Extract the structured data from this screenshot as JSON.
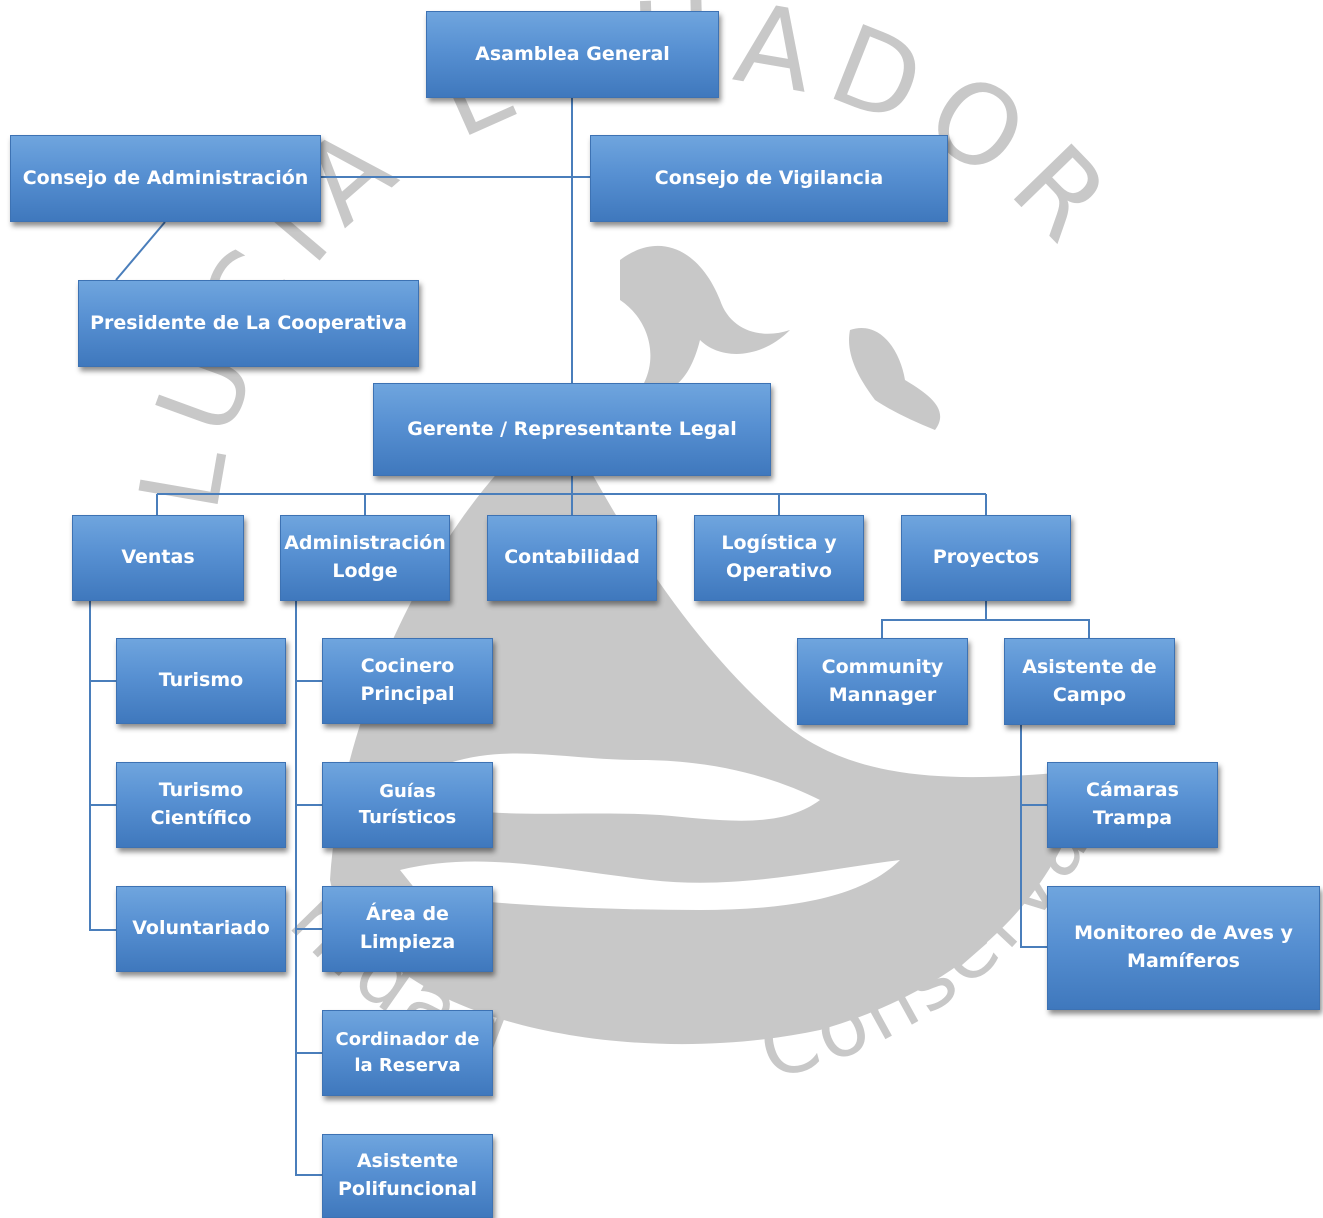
{
  "watermark": {
    "arc_top": "LUCIA ECUADOR",
    "arc_bottom_left": "nidad",
    "arc_bottom_right": "Conserva",
    "color": "#c8c8c8"
  },
  "colors": {
    "box_top": "#6fa5de",
    "box_bottom": "#3f78bd",
    "connector": "#4a7ebb",
    "text": "#ffffff"
  },
  "nodes": {
    "asamblea_general": "Asamblea General",
    "consejo_administracion": "Consejo de Administración",
    "consejo_vigilancia": "Consejo de Vigilancia",
    "presidente": "Presidente de La Cooperativa",
    "gerente": "Gerente / Representante Legal",
    "ventas": "Ventas",
    "administracion_lodge": "Administración\nLodge",
    "contabilidad": "Contabilidad",
    "logistica": "Logística y\nOperativo",
    "proyectos": "Proyectos",
    "turismo": "Turismo",
    "turismo_cientifico": "Turismo\nCientífico",
    "voluntariado": "Voluntariado",
    "cocinero": "Cocinero\nPrincipal",
    "guias": "Guías Turísticos",
    "area_limpieza": "Área de\nLimpieza",
    "cordinador_reserva": "Cordinador de\nla Reserva",
    "asistente_polifuncional": "Asistente\nPolifuncional",
    "community_mannager": "Community\nMannager",
    "asistente_campo": "Asistente de\nCampo",
    "camaras_trampa": "Cámaras\nTrampa",
    "monitoreo": "Monitoreo de Aves y\nMamíferos"
  }
}
